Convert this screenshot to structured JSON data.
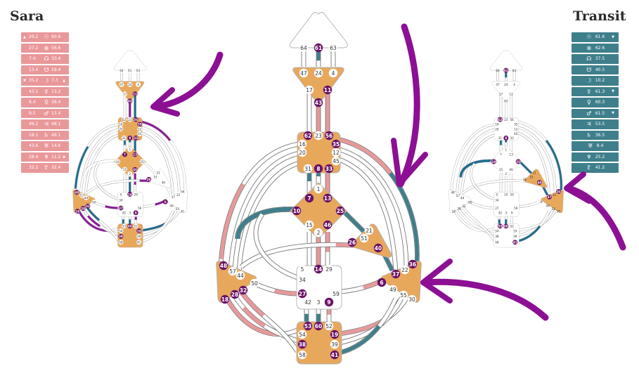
{
  "left_panel": {
    "title": "Sara",
    "color": "#e9989a",
    "rows": [
      {
        "design": "29.2",
        "planet": "sun-icon",
        "glyph": "☉",
        "personality": "60.6",
        "mark_left": "▲",
        "mark_right": ""
      },
      {
        "design": "27.2",
        "planet": "earth-icon",
        "glyph": "⊕",
        "personality": "56.6",
        "mark_left": "",
        "mark_right": ""
      },
      {
        "design": "7.4",
        "planet": "north-node-icon",
        "glyph": "☊",
        "personality": "33.4",
        "mark_left": "",
        "mark_right": ""
      },
      {
        "design": "13.4",
        "planet": "south-node-icon",
        "glyph": "☋",
        "personality": "19.4",
        "mark_left": "",
        "mark_right": ""
      },
      {
        "design": "35.2",
        "planet": "moon-icon",
        "glyph": "☽",
        "personality": "7.3",
        "mark_left": "▼",
        "mark_right": "▲"
      },
      {
        "design": "43.1",
        "planet": "mercury-icon",
        "glyph": "☿",
        "personality": "13.2",
        "mark_left": "",
        "mark_right": ""
      },
      {
        "design": "6.4",
        "planet": "venus-icon",
        "glyph": "♀",
        "personality": "38.4",
        "mark_left": "",
        "mark_right": ""
      },
      {
        "design": "9.5",
        "planet": "mars-icon",
        "glyph": "♂",
        "personality": "13.4",
        "mark_left": "",
        "mark_right": ""
      },
      {
        "design": "46.2",
        "planet": "jupiter-icon",
        "glyph": "♃",
        "personality": "48.1",
        "mark_left": "",
        "mark_right": ""
      },
      {
        "design": "18.1",
        "planet": "saturn-icon",
        "glyph": "♄",
        "personality": "48.1",
        "mark_left": "",
        "mark_right": ""
      },
      {
        "design": "43.6",
        "planet": "uranus-icon",
        "glyph": "♅",
        "personality": "14.6",
        "mark_left": "",
        "mark_right": ""
      },
      {
        "design": "28.4",
        "planet": "neptune-icon",
        "glyph": "♆",
        "personality": "11.2",
        "mark_left": "",
        "mark_right": "▲"
      },
      {
        "design": "32.2",
        "planet": "pluto-icon",
        "glyph": "♇",
        "personality": "32.4",
        "mark_left": "",
        "mark_right": ""
      }
    ]
  },
  "right_panel": {
    "title": "Transit",
    "color": "#3f7f8c",
    "rows": [
      {
        "planet": "sun-icon",
        "glyph": "☉",
        "value": "61.6",
        "mark_right": "▼"
      },
      {
        "planet": "earth-icon",
        "glyph": "⊕",
        "value": "62.6",
        "mark_right": ""
      },
      {
        "planet": "north-node-icon",
        "glyph": "☊",
        "value": "37.5",
        "mark_right": ""
      },
      {
        "planet": "south-node-icon",
        "glyph": "☋",
        "value": "40.5",
        "mark_right": ""
      },
      {
        "planet": "moon-icon",
        "glyph": "☽",
        "value": "10.2",
        "mark_right": ""
      },
      {
        "planet": "mercury-icon",
        "glyph": "☿",
        "value": "61.3",
        "mark_right": "▼"
      },
      {
        "planet": "venus-icon",
        "glyph": "♀",
        "value": "60.3",
        "mark_right": ""
      },
      {
        "planet": "mars-icon",
        "glyph": "♂",
        "value": "61.5",
        "mark_right": "▼"
      },
      {
        "planet": "jupiter-icon",
        "glyph": "♃",
        "value": "53.5",
        "mark_right": ""
      },
      {
        "planet": "saturn-icon",
        "glyph": "♄",
        "value": "36.5",
        "mark_right": ""
      },
      {
        "planet": "uranus-icon",
        "glyph": "♅",
        "value": "8.4",
        "mark_right": ""
      },
      {
        "planet": "neptune-icon",
        "glyph": "♆",
        "value": "25.2",
        "mark_right": ""
      },
      {
        "planet": "pluto-icon",
        "glyph": "♇",
        "value": "41.2",
        "mark_right": ""
      }
    ]
  },
  "colors": {
    "center_defined": "#e8a85c",
    "gate_active": "#6b1266",
    "personality_red": "#e9989a",
    "design_teal": "#3f7f8c",
    "arrow": "#8c0f94",
    "sara_purple": "#8c1a9a",
    "sara_blue": "#1f6c8e"
  },
  "main_chart": {
    "centers": {
      "head": {
        "gates": [
          "64",
          "61",
          "63"
        ],
        "active": [
          "61"
        ]
      },
      "ajna": {
        "gates": [
          "47",
          "24",
          "4",
          "17",
          "11",
          "43"
        ],
        "active": [
          "11",
          "43"
        ]
      },
      "throat": {
        "gates": [
          "62",
          "23",
          "56",
          "16",
          "35",
          "20",
          "12",
          "45",
          "31",
          "8",
          "33"
        ],
        "active": [
          "62",
          "56",
          "35",
          "8",
          "33"
        ]
      },
      "g": {
        "gates": [
          "1",
          "7",
          "13",
          "10",
          "25",
          "15",
          "46",
          "2"
        ],
        "active": [
          "7",
          "13",
          "10",
          "25",
          "46"
        ]
      },
      "heart": {
        "gates": [
          "21",
          "51",
          "26",
          "40"
        ],
        "active": [
          "26",
          "40"
        ]
      },
      "sacral": {
        "gates": [
          "5",
          "14",
          "29",
          "34",
          "27",
          "59",
          "42",
          "3",
          "9"
        ],
        "active": [
          "14",
          "27",
          "9"
        ]
      },
      "spleen": {
        "gates": [
          "48",
          "57",
          "44",
          "50",
          "32",
          "28",
          "18"
        ],
        "active": [
          "48",
          "32",
          "28",
          "18"
        ]
      },
      "solar_plexus": {
        "gates": [
          "36",
          "22",
          "37",
          "6",
          "49",
          "55",
          "30"
        ],
        "active": [
          "36",
          "37",
          "6"
        ]
      },
      "root": {
        "gates": [
          "53",
          "60",
          "52",
          "54",
          "19",
          "38",
          "39",
          "58",
          "41"
        ],
        "active": [
          "53",
          "60",
          "19",
          "38",
          "41"
        ]
      }
    }
  }
}
